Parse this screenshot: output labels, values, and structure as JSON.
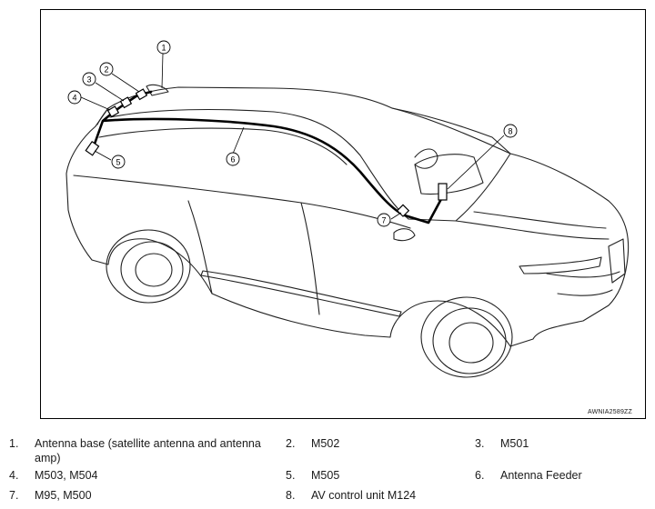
{
  "figure": {
    "code": "AWNIA2589ZZ",
    "callouts": [
      "1",
      "2",
      "3",
      "4",
      "5",
      "6",
      "7",
      "8"
    ]
  },
  "legend": [
    {
      "num": "1.",
      "text": "Antenna base (satellite antenna and antenna amp)"
    },
    {
      "num": "2.",
      "text": "M502"
    },
    {
      "num": "3.",
      "text": "M501"
    },
    {
      "num": "4.",
      "text": "M503, M504"
    },
    {
      "num": "5.",
      "text": "M505"
    },
    {
      "num": "6.",
      "text": "Antenna Feeder"
    },
    {
      "num": "7.",
      "text": "M95, M500"
    },
    {
      "num": "8.",
      "text": "AV control unit M124"
    }
  ]
}
